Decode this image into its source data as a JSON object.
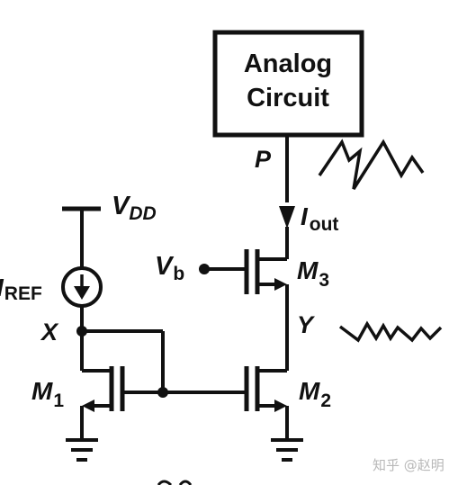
{
  "block": {
    "line1": "Analog",
    "line2": "Circuit"
  },
  "nodes": {
    "p": "P",
    "x": "X",
    "y": "Y"
  },
  "current_out": {
    "main": "I",
    "sub": "out"
  },
  "current_ref": {
    "main": "I",
    "sub": "REF"
  },
  "supply": {
    "main": "V",
    "sub": "DD"
  },
  "bias": {
    "main": "V",
    "sub": "b"
  },
  "transistors": {
    "m1": {
      "main": "M",
      "sub": "1"
    },
    "m2": {
      "main": "M",
      "sub": "2"
    },
    "m3": {
      "main": "M",
      "sub": "3"
    }
  },
  "watermark": "知乎 @赵明",
  "colors": {
    "ink": "#111111",
    "watermark": "#b8b8b8"
  }
}
